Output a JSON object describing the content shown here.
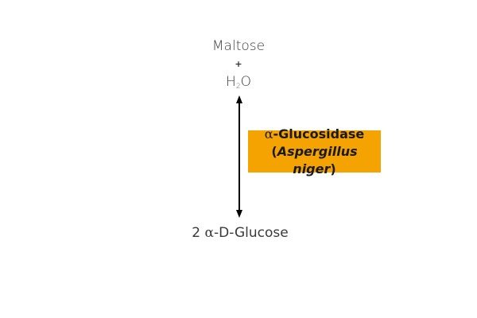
{
  "reaction": {
    "substrates": {
      "first": "Maltose",
      "plus": "+",
      "second_base": "H",
      "second_subscript": "2",
      "second_tail": "O"
    },
    "arrow": {
      "type": "reversible-double-headed",
      "color": "#000000"
    },
    "enzyme": {
      "alpha_symbol": "α",
      "name_suffix": "-Glucosidase",
      "source_open": "(",
      "organism": "Aspergillus niger",
      "source_close": ")",
      "box_color": "#f5a300"
    },
    "product": {
      "coefficient": "2",
      "alpha_symbol": "α",
      "name_suffix": "-D-Glucose"
    }
  }
}
